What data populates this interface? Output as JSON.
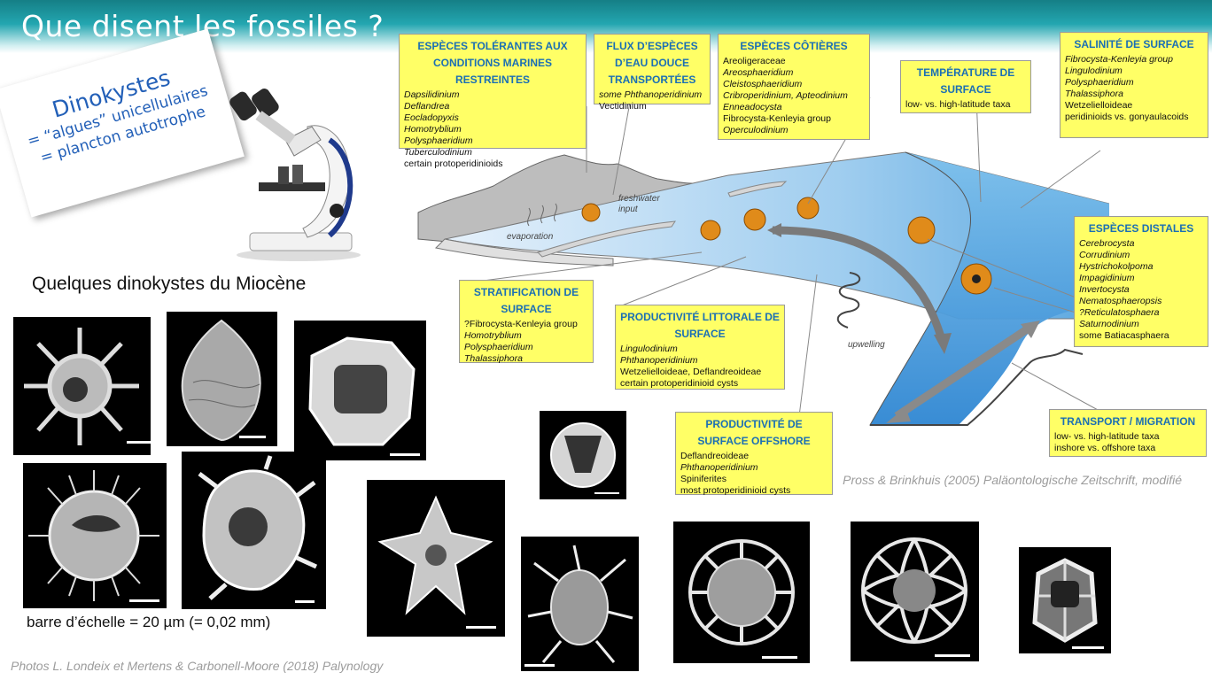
{
  "title": "Que disent les fossiles ?",
  "card": {
    "heading": "Dinokystes",
    "line1": "= “algues” unicellulaires",
    "line2": "= plancton autotrophe"
  },
  "subtitle": "Quelques dinokystes du Miocène",
  "scale_note": "barre d’échelle = 20 µm (= 0,02 mm)",
  "credit_photos": "Photos L. Londeix et Mertens & Carbonell-Moore (2018) Palynology",
  "credit_pross": "Pross & Brinkhuis (2005) Paläontologische Zeitschrift, modifié",
  "diagram_labels": {
    "freshwater": "freshwater",
    "input": "input",
    "evaporation": "evaporation",
    "upwelling": "upwelling"
  },
  "boxes": {
    "restricted": {
      "head": "ESPÈCES TOLÉRANTES AUX CONDITIONS MARINES RESTREINTES",
      "items": [
        "Dapsilidinium",
        "Deflandrea",
        "Eocladopyxis",
        "Homotryblium",
        "Polysphaeridium",
        "Tuberculodinium",
        "certain protoperidinioids"
      ]
    },
    "freshwater": {
      "head": "FLUX D’ESPÈCES D’EAU DOUCE TRANSPORTÉES",
      "items": [
        "some Phthanoperidinium",
        "Vectidinium"
      ]
    },
    "coastal": {
      "head": "ESPÈCES CÔTIÈRES",
      "items": [
        "Areoligeraceae",
        "Areosphaeridium",
        "Cleistosphaeridium",
        "Cribroperidinium, Apteodinium",
        "Enneadocysta",
        "Fibrocysta-Kenleyia group",
        "Operculodinium"
      ]
    },
    "temperature": {
      "head": "TEMPÉRATURE DE SURFACE",
      "items": [
        "low- vs. high-latitude taxa"
      ]
    },
    "salinity": {
      "head": "SALINITÉ DE SURFACE",
      "items": [
        "Fibrocysta-Kenleyia group",
        "Lingulodinium",
        "Polysphaeridium",
        "Thalassiphora",
        "Wetzelielloideae",
        "peridinioids vs. gonyaulacoids"
      ]
    },
    "distal": {
      "head": "ESPÈCES DISTALES",
      "items": [
        "Cerebrocysta",
        "Corrudinium",
        "Hystrichokolpoma",
        "Impagidinium",
        "Invertocysta",
        "Nematosphaeropsis",
        "?Reticulatosphaera",
        "Saturnodinium",
        "some Batiacasphaera"
      ]
    },
    "stratification": {
      "head": "STRATIFICATION DE SURFACE",
      "items": [
        "?Fibrocysta-Kenleyia group",
        "Homotryblium",
        "Polysphaeridium",
        "Thalassiphora"
      ]
    },
    "littoral": {
      "head": "PRODUCTIVITÉ LITTORALE DE SURFACE",
      "items": [
        "Lingulodinium",
        "Phthanoperidinium",
        "Wetzelielloideae, Deflandreoideae",
        "certain protoperidinioid cysts"
      ]
    },
    "offshore": {
      "head": "PRODUCTIVITÉ DE SURFACE OFFSHORE",
      "items": [
        "Deflandreoideae",
        "Phthanoperidinium",
        "Spiniferites",
        "most protoperidinioid cysts"
      ]
    },
    "transport": {
      "head": "TRANSPORT / MIGRATION",
      "items": [
        "low- vs. high-latitude taxa",
        "inshore vs. offshore taxa"
      ]
    }
  }
}
